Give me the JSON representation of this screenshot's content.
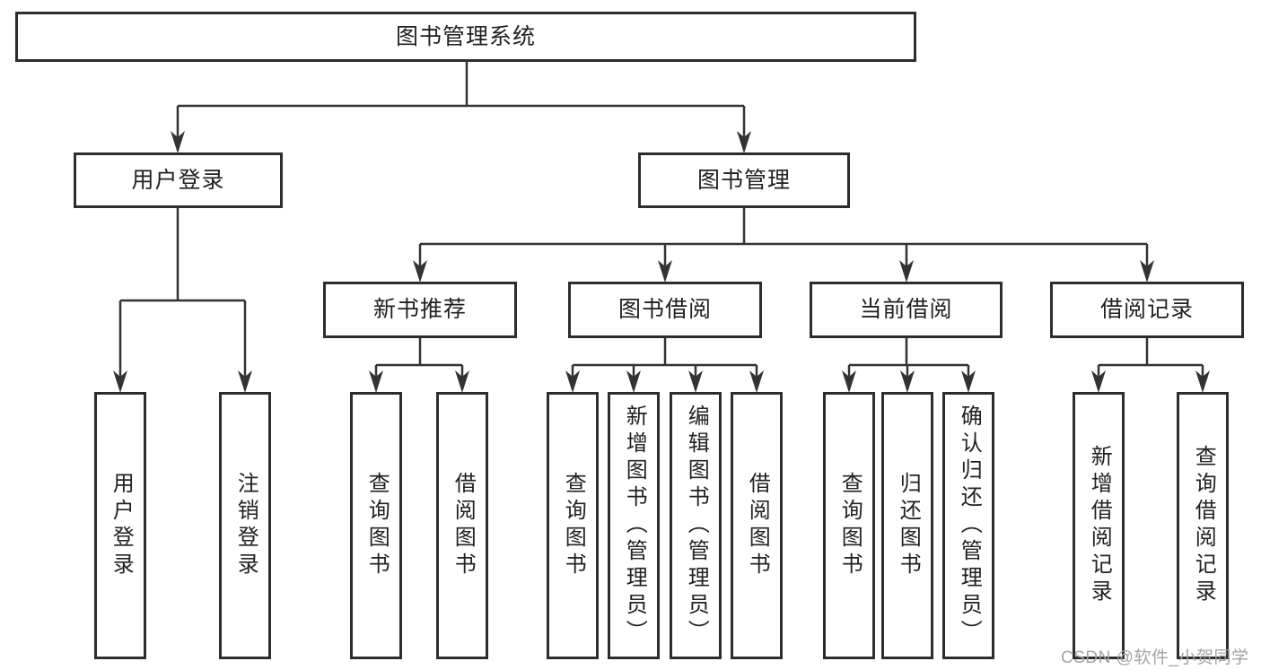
{
  "diagram": {
    "nodes": {
      "root": "图书管理系统",
      "user_login": "用户登录",
      "book_management": "图书管理",
      "new_book_recommend": "新书推荐",
      "book_borrowing": "图书借阅",
      "current_borrowing": "当前借阅",
      "borrowing_records": "借阅记录",
      "leaf_user_login": "用户登录",
      "leaf_logout": "注销登录",
      "leaf_rec_query_books": "查询图书",
      "leaf_rec_borrow_books": "借阅图书",
      "leaf_bb_query_books": "查询图书",
      "leaf_bb_add_books_admin": "新增图书（管理员）",
      "leaf_bb_edit_books_admin": "编辑图书（管理员）",
      "leaf_bb_borrow_books": "借阅图书",
      "leaf_cb_query_books": "查询图书",
      "leaf_cb_return_books": "归还图书",
      "leaf_cb_confirm_return_admin": "确认归还（管理员）",
      "leaf_br_add_record": "新增借阅记录",
      "leaf_br_query_record": "查询借阅记录"
    },
    "watermark": "CSDN @软件_小贺同学",
    "colors": {
      "line": "#333333",
      "border": "#2d2d2d",
      "text": "#212121",
      "watermark": "#a3a3a3",
      "background": "#ffffff"
    }
  }
}
